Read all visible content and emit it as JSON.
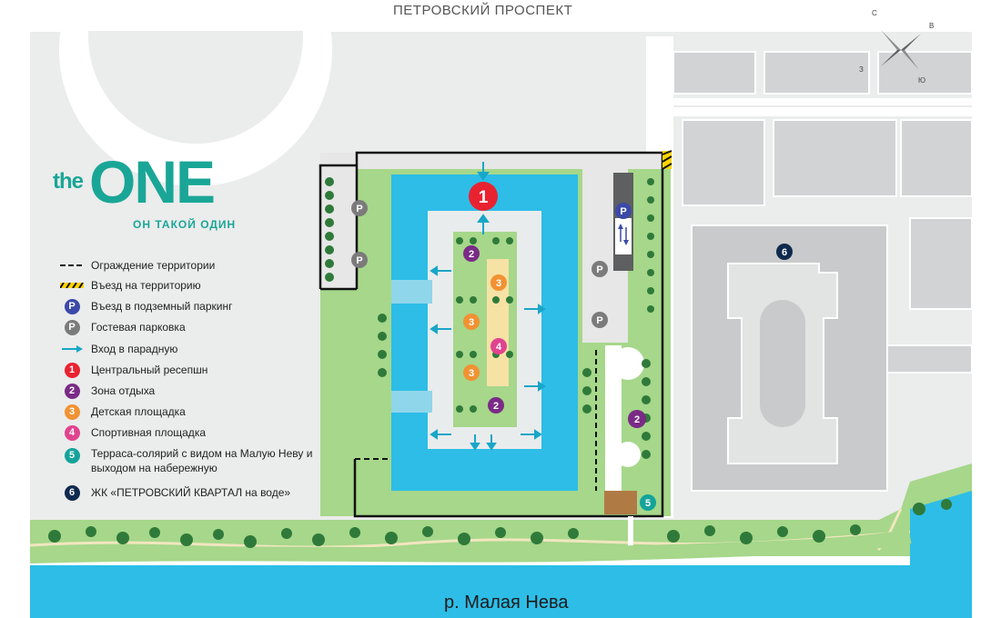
{
  "street_label": "ПЕТРОВСКИЙ ПРОСПЕКТ",
  "river_label": "р. Малая Нева",
  "logo": {
    "the": "the",
    "one": "ONE",
    "tagline": "ОН ТАКОЙ ОДИН"
  },
  "compass": {
    "n": "С",
    "e": "В",
    "s": "Ю",
    "w": "З"
  },
  "colors": {
    "water": "#2dbde7",
    "green": "#a6d78a",
    "trees": "#2f7a3a",
    "road": "#dfe1e0",
    "building": "#c9cacb",
    "brand": "#1aa697",
    "reception": "#e92230",
    "rest": "#7a2b86",
    "kids": "#f19233",
    "sport": "#e0448f",
    "terrace": "#14a39a",
    "complex": "#0f2a4f",
    "parking_underground": "#3b4aa8",
    "parking_guest": "#7b7b7b",
    "entrance_arrow": "#19a6c9"
  },
  "legend": [
    {
      "id": "fence",
      "symbol": "dashed-line-icon",
      "label": "Ограждение территории"
    },
    {
      "id": "entry",
      "symbol": "hazard-stripe-icon",
      "label": "Въезд на территорию"
    },
    {
      "id": "underground",
      "symbol": "P",
      "label": "Въезд в подземный паркинг"
    },
    {
      "id": "guest",
      "symbol": "P",
      "label": "Гостевая парковка"
    },
    {
      "id": "entrance",
      "symbol": "arrow-icon",
      "label": "Вход в парадную"
    },
    {
      "id": "reception",
      "symbol": "1",
      "label": "Центральный ресепшн"
    },
    {
      "id": "rest",
      "symbol": "2",
      "label": "Зона отдыха"
    },
    {
      "id": "kids",
      "symbol": "3",
      "label": "Детская площадка"
    },
    {
      "id": "sport",
      "symbol": "4",
      "label": "Спортивная площадка"
    },
    {
      "id": "terrace",
      "symbol": "5",
      "label": "Терраса-солярий с видом на Малую Неву и выходом на набережную"
    },
    {
      "id": "complex",
      "symbol": "6",
      "label": "ЖК «ПЕТРОВСКИЙ КВАРТАЛ на воде»"
    }
  ],
  "markers": {
    "reception": "1",
    "rest": "2",
    "kids": "3",
    "sport": "4",
    "terrace": "5",
    "complex": "6",
    "parking": "P"
  }
}
